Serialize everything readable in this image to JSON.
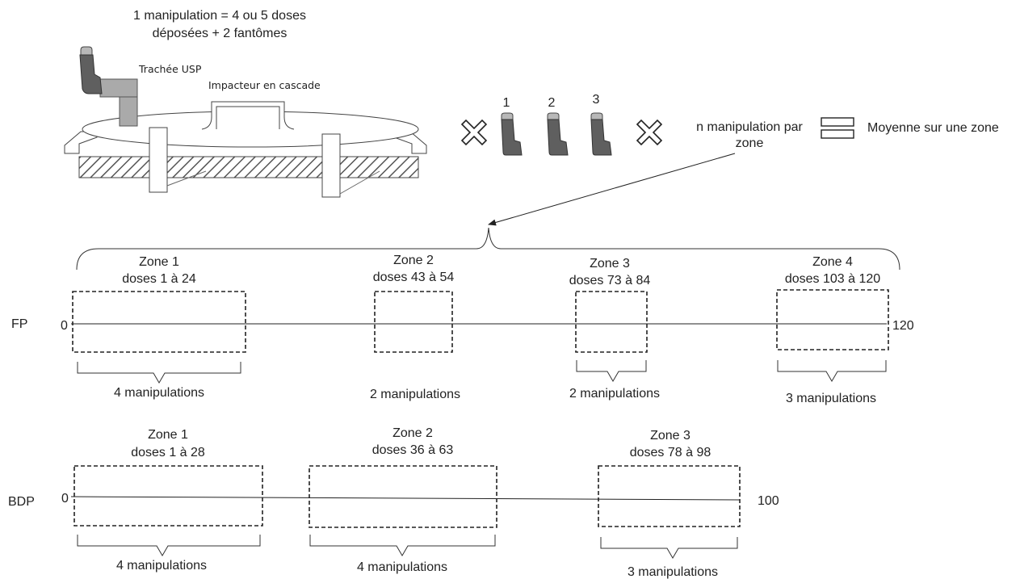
{
  "header": {
    "line1": "1 manipulation = 4 ou 5 doses",
    "line2": "déposées + 2 fantômes"
  },
  "apparatus": {
    "trachea_label": "Trachée USP",
    "impactor_label": "Impacteur en cascade"
  },
  "sequence": {
    "numbers": [
      "1",
      "2",
      "3"
    ],
    "note_line1": "n manipulation par",
    "note_line2": "zone",
    "legend_label": "Moyenne sur une zone",
    "icons": [
      "cross-icon",
      "inhaler-icon",
      "equals-icon"
    ]
  },
  "fp": {
    "label": "FP",
    "start": "0",
    "end": "120",
    "max_dose": 120,
    "zones": [
      {
        "title": "Zone 1",
        "doses": "doses 1 à 24",
        "from": 1,
        "to": 24,
        "manip": "4 manipulations"
      },
      {
        "title": "Zone 2",
        "doses": "doses 43 à 54",
        "from": 43,
        "to": 54,
        "manip": "2 manipulations"
      },
      {
        "title": "Zone 3",
        "doses": "doses 73 à 84",
        "from": 73,
        "to": 84,
        "manip": "2 manipulations"
      },
      {
        "title": "Zone 4",
        "doses": "doses 103 à 120",
        "from": 103,
        "to": 120,
        "manip": "3 manipulations"
      }
    ]
  },
  "bdp": {
    "label": "BDP",
    "start": "0",
    "end": "100",
    "max_dose": 100,
    "zones": [
      {
        "title": "Zone 1",
        "doses": "doses 1 à 28",
        "from": 1,
        "to": 28,
        "manip": "4 manipulations"
      },
      {
        "title": "Zone 2",
        "doses": "doses 36 à 63",
        "from": 36,
        "to": 63,
        "manip": "4 manipulations"
      },
      {
        "title": "Zone 3",
        "doses": "doses 78 à 98",
        "from": 78,
        "to": 98,
        "manip": "3 manipulations"
      }
    ]
  }
}
